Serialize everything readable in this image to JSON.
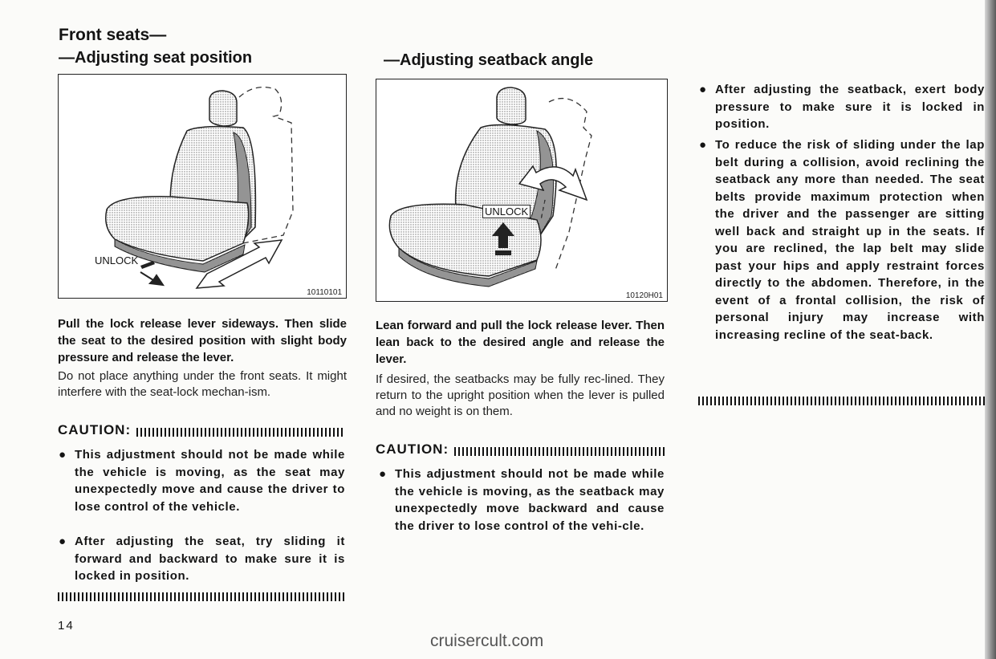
{
  "left": {
    "heading": "Front seats—",
    "subheading": "—Adjusting seat position",
    "figure_label": "UNLOCK",
    "figure_code": "10110101",
    "paragraph1": "Pull the lock release lever sideways. Then slide the seat to the desired position with slight body pressure and release the lever.",
    "paragraph2": "Do not place anything under the front seats. It might interfere with the seat-lock mechan-ism.",
    "caution": "CAUTION:",
    "bullets": [
      "This adjustment should not be made while the vehicle is moving, as the seat may unexpectedly move and cause the driver to lose control of the vehicle.",
      "After adjusting the seat, try sliding it forward and backward to make sure it is locked in position."
    ]
  },
  "middle": {
    "subheading": "—Adjusting seatback angle",
    "figure_label": "UNLOCK",
    "figure_code": "10120H01",
    "paragraph1": "Lean forward and pull the lock release lever. Then lean back to the desired angle and release the lever.",
    "paragraph2": "If desired, the seatbacks may be fully rec-lined. They return to the upright position when the lever is pulled and no weight is on them.",
    "caution": "CAUTION:",
    "bullets": [
      "This adjustment should not be made while the vehicle is moving, as the seatback may unexpectedly move backward and cause the driver to lose control of the vehi-cle."
    ]
  },
  "right": {
    "bullets": [
      "After adjusting the seatback, exert body pressure to make sure it is locked in position.",
      "To reduce the risk of sliding under the lap belt during a collision, avoid reclining the seatback any more than needed. The seat belts provide maximum protection when the driver and the passenger are sitting well back and straight up in the seats. If you are reclined, the lap belt may slide past your hips and apply restraint forces directly to the abdomen. Therefore, in the event of a frontal collision, the risk of personal injury may increase with increasing recline of the seat-back."
    ]
  },
  "page_number": "14",
  "watermark": "cruisercult.com"
}
